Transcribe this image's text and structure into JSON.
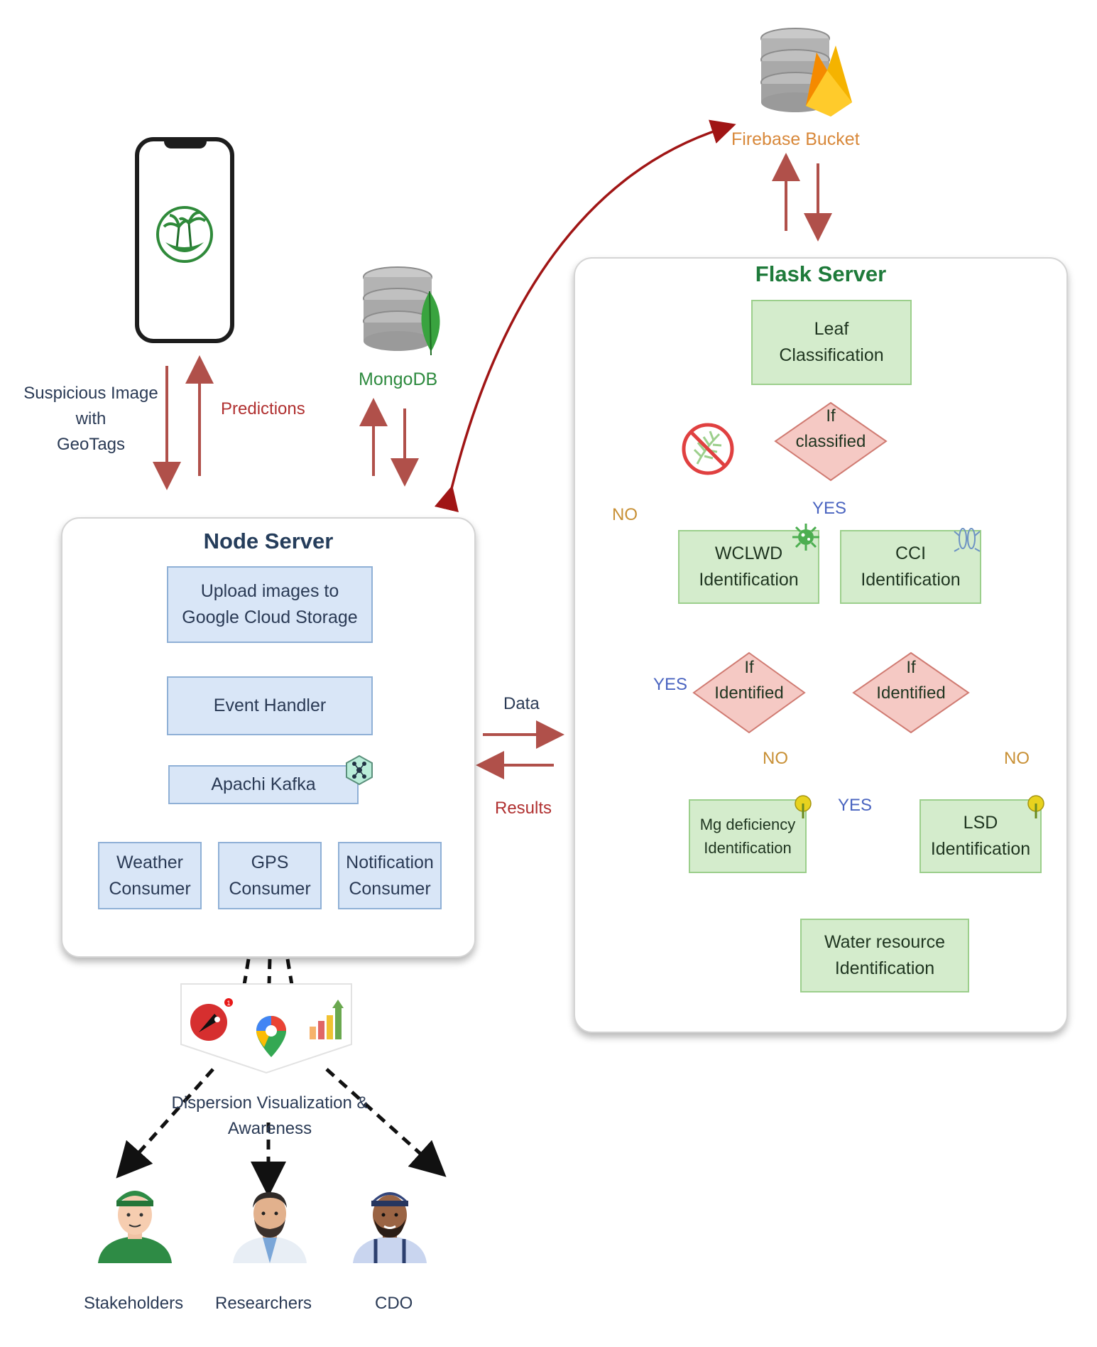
{
  "storage": {
    "firebase_label": "Firebase Bucket",
    "mongodb_label": "MongoDB"
  },
  "mobile": {
    "upload_label": "Suspicious Image\nwith\nGeoTags",
    "predictions_label": "Predictions"
  },
  "node_server": {
    "title": "Node Server",
    "upload": "Upload images  to\nGoogle Cloud Storage",
    "event_handler": "Event Handler",
    "kafka": "Apachi Kafka",
    "weather": "Weather\nConsumer",
    "gps": "GPS\nConsumer",
    "notification": "Notification\nConsumer"
  },
  "exchange": {
    "data_label": "Data",
    "results_label": "Results"
  },
  "flask_server": {
    "title": "Flask Server",
    "leaf_classification": "Leaf\nClassification",
    "if_classified": "If\nclassified",
    "yes_top": "YES",
    "no_left": "NO",
    "wclwd": "WCLWD\nIdentification",
    "cci": "CCI\nIdentification",
    "if_identified_left": "If\nIdentified",
    "if_identified_right": "If\nIdentified",
    "yes_left": "YES",
    "no_mid": "NO",
    "no_right": "NO",
    "yes_mid": "YES",
    "mg": "Mg deficiency\nIdentification",
    "lsd": "LSD\nIdentification",
    "water": "Water resource\nIdentification"
  },
  "dispersion": {
    "label": "Dispersion Visualization &\nAwareness"
  },
  "audience": {
    "stakeholders": "Stakeholders",
    "researchers": "Researchers",
    "cdo": "CDO"
  },
  "colors": {
    "red_arrow": "#b0504a",
    "dark_red_arrow": "#a01515",
    "blue_arrow": "#6d92c4",
    "green_arrow": "#7bbf5e",
    "yellow_line": "#d4b550",
    "node_title": "#253d5b",
    "flask_title": "#1e7a3a",
    "firebase_text": "#d8883a",
    "mongodb_text": "#2d8a3e",
    "predictions_text": "#b03030",
    "yes_text": "#4a64c0",
    "no_text": "#c89035"
  }
}
